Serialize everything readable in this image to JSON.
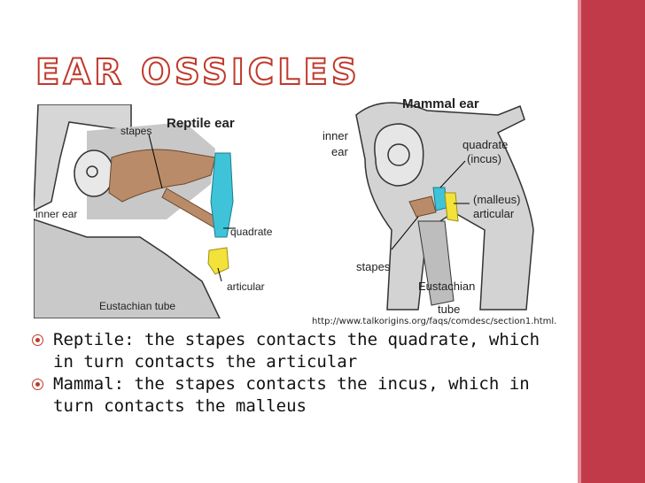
{
  "slide": {
    "title": "Ear Ossicles",
    "credit": "http://www.talkorigins.org/faqs/comdesc/section1.html.",
    "bullets": [
      "Reptile: the stapes contacts the quadrate, which in turn contacts the articular",
      "Mammal: the stapes contacts the incus, which in turn contacts the malleus"
    ],
    "accent_color": "#c0392b",
    "sidebar_color": "#c13a4a"
  },
  "reptile_figure": {
    "title": "Reptile ear",
    "labels": {
      "stapes": "stapes",
      "inner_ear": "inner ear",
      "quadrate": "quadrate",
      "articular": "articular",
      "eustachian": "Eustachian tube"
    }
  },
  "mammal_figure": {
    "title": "Mammal ear",
    "labels": {
      "inner": "inner",
      "ear": "ear",
      "quadrate": "quadrate",
      "incus": "(incus)",
      "malleus": "(malleus)",
      "articular": "articular",
      "stapes": "stapes",
      "eustachian": "Eustachian",
      "tube": "tube"
    }
  }
}
